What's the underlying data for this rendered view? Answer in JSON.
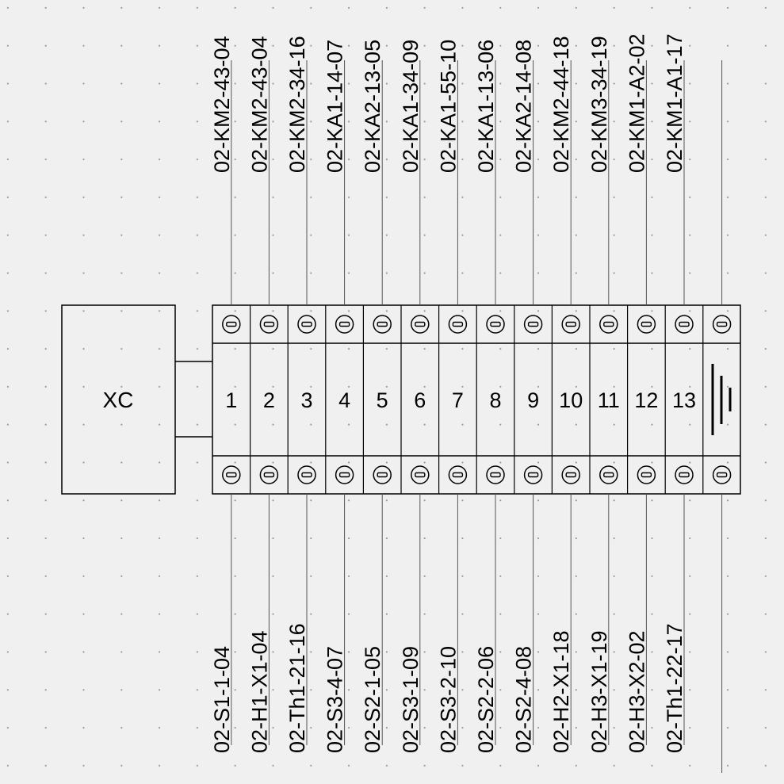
{
  "device": {
    "label": "XC"
  },
  "terminals": [
    {
      "number": "1",
      "top_label": "02-KM2-43-04",
      "bottom_label": "02-S1-1-04"
    },
    {
      "number": "2",
      "top_label": "02-KM2-43-04",
      "bottom_label": "02-H1-X1-04"
    },
    {
      "number": "3",
      "top_label": "02-KM2-34-16",
      "bottom_label": "02-Th1-21-16"
    },
    {
      "number": "4",
      "top_label": "02-KA1-14-07",
      "bottom_label": "02-S3-4-07"
    },
    {
      "number": "5",
      "top_label": "02-KA2-13-05",
      "bottom_label": "02-S2-1-05"
    },
    {
      "number": "6",
      "top_label": "02-KA1-34-09",
      "bottom_label": "02-S3-1-09"
    },
    {
      "number": "7",
      "top_label": "02-KA1-55-10",
      "bottom_label": "02-S3-2-10"
    },
    {
      "number": "8",
      "top_label": "02-KA1-13-06",
      "bottom_label": "02-S2-2-06"
    },
    {
      "number": "9",
      "top_label": "02-KA2-14-08",
      "bottom_label": "02-S2-4-08"
    },
    {
      "number": "10",
      "top_label": "02-KM2-44-18",
      "bottom_label": "02-H2-X1-18"
    },
    {
      "number": "11",
      "top_label": "02-KM3-34-19",
      "bottom_label": "02-H3-X1-19"
    },
    {
      "number": "12",
      "top_label": "02-KM1-A2-02",
      "bottom_label": "02-H3-X2-02"
    },
    {
      "number": "13",
      "top_label": "02-KM1-A1-17",
      "bottom_label": "02-Th1-22-17"
    }
  ],
  "ground_terminal": {
    "icon": "ground-icon"
  },
  "colors": {
    "line": "#000000",
    "background": "#f0f0f0",
    "wire": "#555555"
  }
}
